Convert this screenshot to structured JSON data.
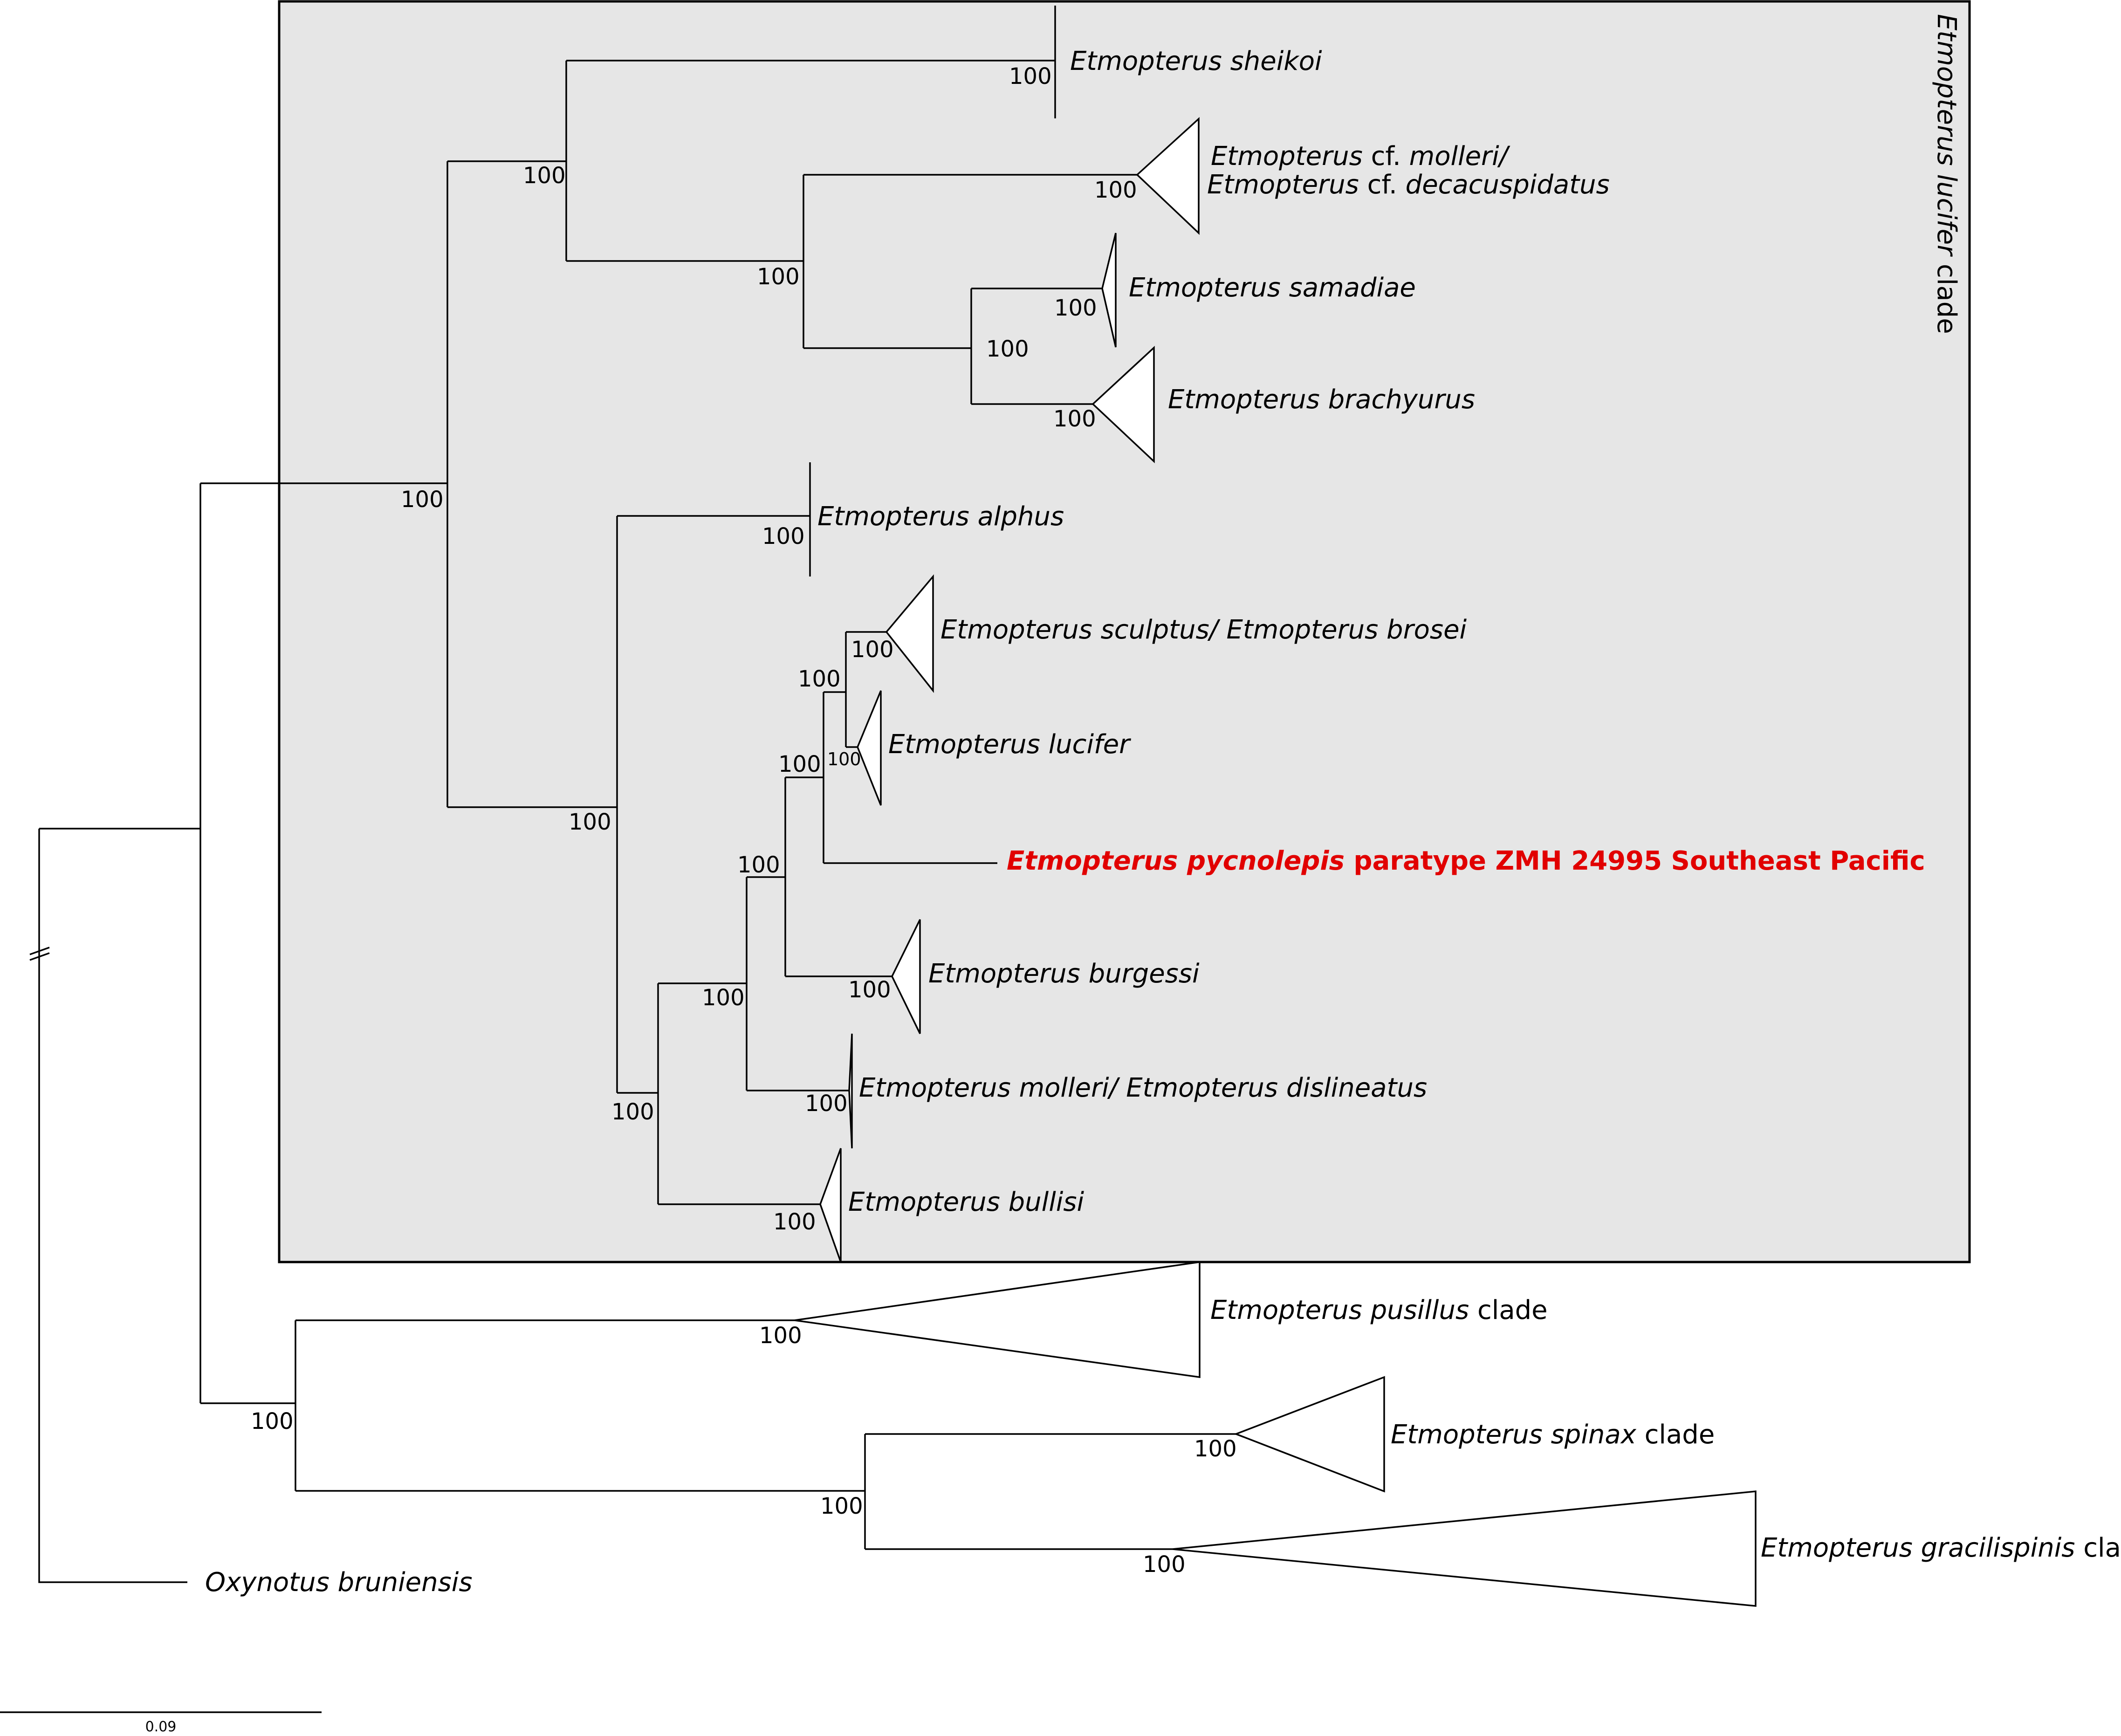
{
  "clade_label": {
    "italic": "Etmopterus lucifer",
    "plain": " clade"
  },
  "scale_bar": {
    "label": "0.09"
  },
  "support": {
    "root_lucifer": "100",
    "sheikoi_group": "100",
    "sheikoi": "100",
    "molleri_group": "100",
    "cf_molleri": "100",
    "samadiae_pair": "100",
    "samadiae": "100",
    "brachyurus": "100",
    "alphus_group": "100",
    "alphus": "100",
    "sculptus_lucifer": "100",
    "sculptus": "100",
    "lucifer": "100",
    "pycnolepis_group": "100",
    "burgessi_group": "100",
    "bullisi_group": "100",
    "burgessi": "100",
    "molleri": "100",
    "bullisi": "100",
    "outer_group": "100",
    "pusillus": "100",
    "spinax_grac": "100",
    "spinax": "100",
    "gracilispinis": "100"
  },
  "taxa": {
    "sheikoi": {
      "italic": "Etmopterus sheikoi"
    },
    "molleri_cf_1": {
      "italic": "Etmopterus",
      "plain": " cf. ",
      "italic2": "molleri/"
    },
    "molleri_cf_2": {
      "italic": "Etmopterus",
      "plain": " cf. ",
      "italic2": "decacuspidatus"
    },
    "samadiae": {
      "italic": "Etmopterus samadiae"
    },
    "brachyurus": {
      "italic": "Etmopterus brachyurus"
    },
    "alphus": {
      "italic": "Etmopterus alphus"
    },
    "sculptus": {
      "italic": "Etmopterus sculptus/ Etmopterus brosei"
    },
    "lucifer": {
      "italic": "Etmopterus lucifer"
    },
    "pycnolepis": {
      "italic": "Etmopterus pycnolepis",
      "plain": " paratype ZMH 24995 Southeast Pacific"
    },
    "burgessi": {
      "italic": "Etmopterus burgessi"
    },
    "molleri": {
      "italic": "Etmopterus molleri/ Etmopterus dislineatus"
    },
    "bullisi": {
      "italic": "Etmopterus bullisi"
    },
    "pusillus": {
      "italic": "Etmopterus pusillus",
      "plain": " clade"
    },
    "spinax": {
      "italic": "Etmopterus spinax",
      "plain": " clade"
    },
    "gracilispinis": {
      "italic": "Etmopterus gracilispinis",
      "plain": " clade"
    },
    "oxynotus": {
      "italic": "Oxynotus bruniensis"
    }
  },
  "colors": {
    "highlight": "#e10000",
    "clade_fill": "#e6e6e6"
  }
}
